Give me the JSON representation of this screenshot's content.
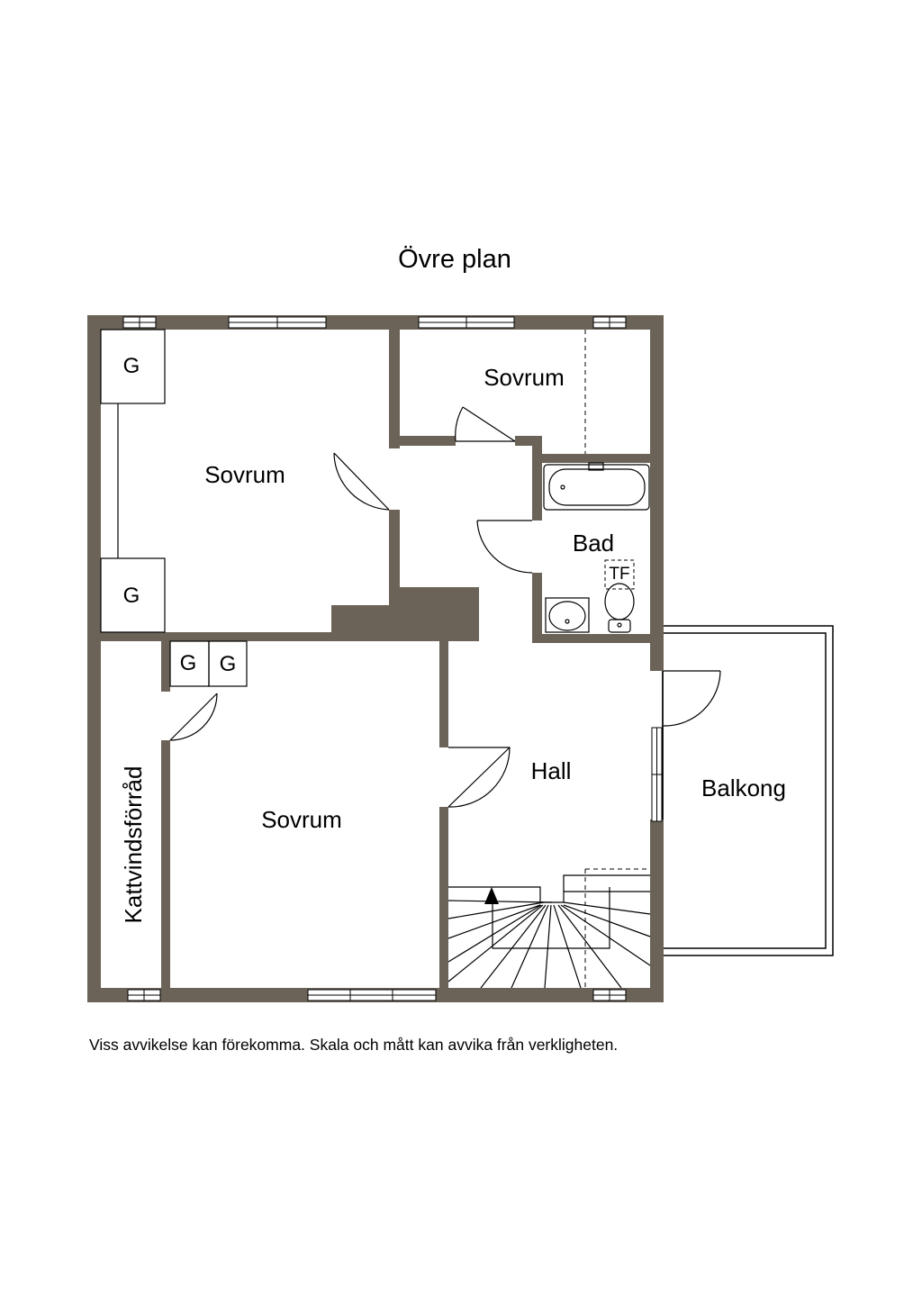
{
  "title": "Övre plan",
  "disclaimer": "Viss avvikelse kan förekomma. Skala och mått kan avvika från verkligheten.",
  "rooms": {
    "sovrum_top_left": "Sovrum",
    "sovrum_top_right": "Sovrum",
    "bad": "Bad",
    "tf": "TF",
    "hall": "Hall",
    "balkong": "Balkong",
    "sovrum_bottom": "Sovrum",
    "kattvind": "Kattvindsförråd"
  },
  "closets": {
    "g1": "G",
    "g2": "G",
    "g3": "G",
    "g4": "G"
  },
  "colors": {
    "wall": "#6b6357",
    "line": "#000000",
    "background": "#ffffff"
  }
}
